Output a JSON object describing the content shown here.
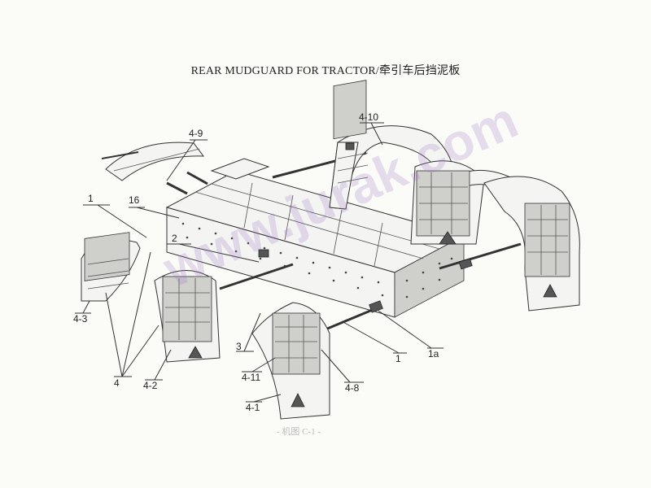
{
  "title": "REAR MUDGUARD FOR TRACTOR/牵引车后挡泥板",
  "watermark": "www.jurak.com",
  "footer_faint": "- 机图 C-1 -",
  "callouts": {
    "p4_9": "4-9",
    "p4_10": "4-10",
    "p1_left": "1",
    "p16": "16",
    "p2": "2",
    "p4_3": "4-3",
    "p3": "3",
    "p4": "4",
    "p4_2": "4-2",
    "p4_11": "4-11",
    "p4_1": "4-1",
    "p4_8": "4-8",
    "p1_right": "1",
    "p1a": "1a"
  }
}
